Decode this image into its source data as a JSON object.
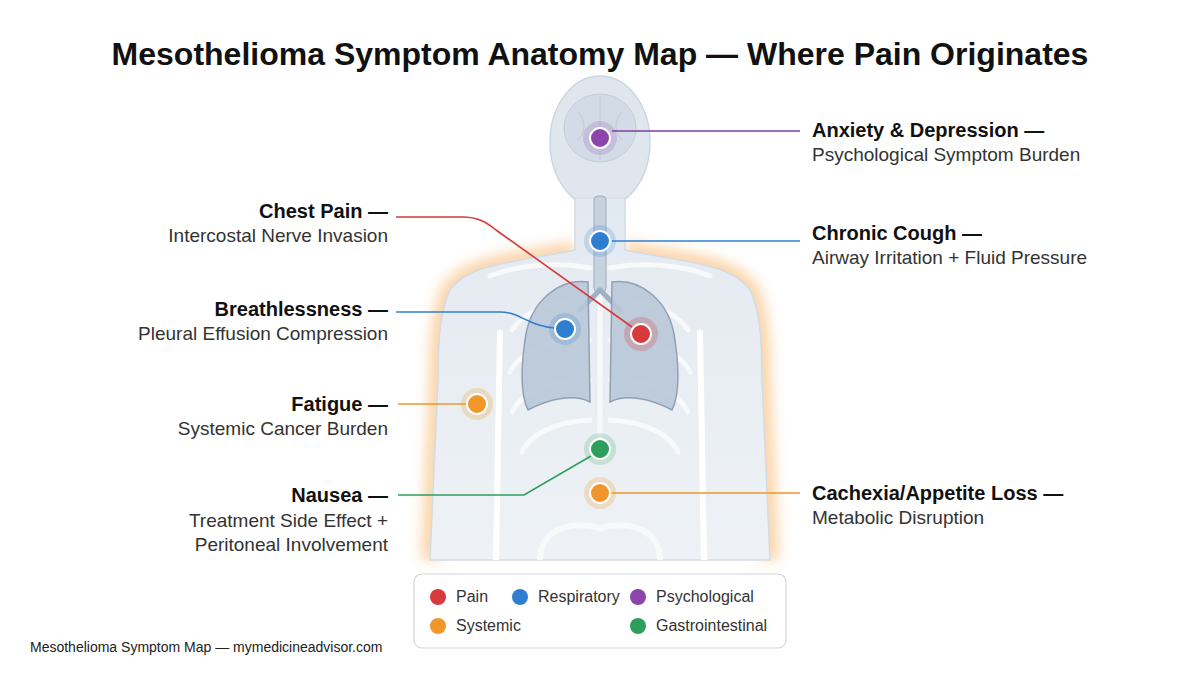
{
  "diagram": {
    "title": "Mesothelioma Symptom Anatomy Map — Where Pain Originates",
    "caption": "Mesothelioma Symptom Map — mymedicineadvisor.com",
    "labels": [
      "Anxiety & Depression —",
      "Psychological Symptom Burden",
      "Chest Pain —",
      "Intercostal Nerve Invasion",
      "Chronic Cough —",
      "Airway Irritation + Fluid Pressure",
      "Breathlessness —",
      "Pleural Effusion Compression",
      "Fatigue —",
      "Systemic Cancer Burden",
      "Nausea —",
      "Treatment Side Effect + Peritoneal Involvement",
      "Cachexia/Appetite Loss —",
      "Metabolic Disruption"
    ],
    "legend": [
      {
        "text": "Pain",
        "color": "#d63a3a"
      },
      {
        "text": "Respiratory",
        "color": "#2f7fd0"
      },
      {
        "text": "Psychological",
        "color": "#8e44ad"
      },
      {
        "text": "Systemic",
        "color": "#f0962a"
      },
      {
        "text": "Gastrointestinal",
        "color": "#2e9e5b"
      }
    ]
  }
}
